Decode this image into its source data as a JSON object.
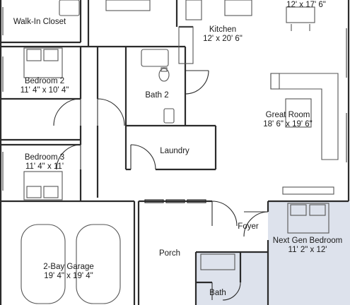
{
  "rooms": {
    "walk_in_closet": {
      "name": "Walk-In Closet"
    },
    "dining": {
      "dims": "12' x 17' 6\""
    },
    "kitchen": {
      "name": "Kitchen",
      "dims": "12' x 20' 6\""
    },
    "bedroom2": {
      "name": "Bedroom 2",
      "dims": "11' 4\" x 10' 4\""
    },
    "bath2": {
      "name": "Bath 2"
    },
    "great_room": {
      "name": "Great Room",
      "dims": "18' 6\" x 19' 6\""
    },
    "laundry": {
      "name": "Laundry"
    },
    "bedroom3": {
      "name": "Bedroom 3",
      "dims": "11' 4\" x 11'"
    },
    "foyer": {
      "name": "Foyer"
    },
    "next_gen_bedroom": {
      "name": "Next Gen Bedroom",
      "dims": "11' 2\" x 12'"
    },
    "porch": {
      "name": "Porch"
    },
    "garage": {
      "name": "2-Bay Garage",
      "dims": "19' 4\" x 19' 4\""
    },
    "bath": {
      "name": "Bath"
    }
  },
  "colors": {
    "wall": "#2b2b2b",
    "fixture": "#555555",
    "next_gen_suite_fill": "#dde2ec"
  }
}
